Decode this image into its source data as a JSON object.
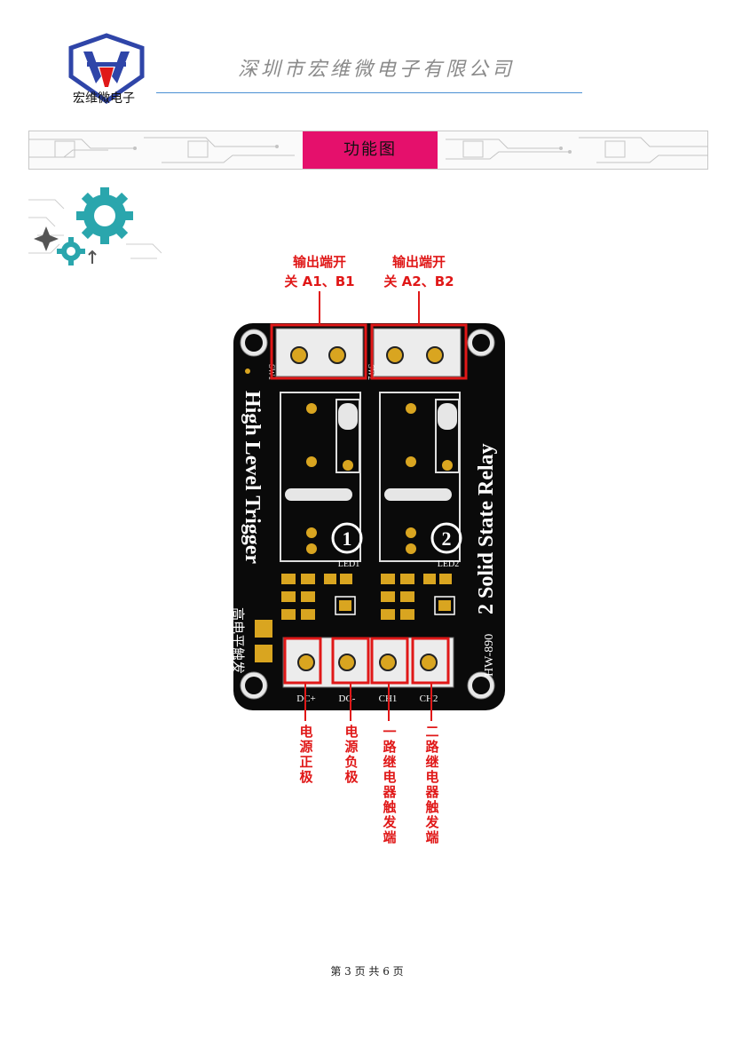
{
  "header": {
    "logo_text": "宏维微电子",
    "company": "深圳市宏维微电子有限公司"
  },
  "banner": {
    "title": "功能图"
  },
  "callouts": {
    "output1": [
      "输出端开",
      "关 A1、B1"
    ],
    "output2": [
      "输出端开",
      "关 A2、B2"
    ],
    "dc_plus": "电源正极",
    "dc_minus": "电源负极",
    "ch1": "一路继电器触发端",
    "ch2": "二路继电器触发端"
  },
  "board": {
    "title_left": "High Level Trigger",
    "title_right": "2 Solid State Relay",
    "model": "HW-890",
    "cn_trigger": "高电平触发",
    "sw1": "SW1",
    "sw2": "SW2",
    "led1": "LED1",
    "led2": "LED2",
    "num1": "1",
    "num2": "2",
    "pins": [
      "DC+",
      "DC-",
      "CH1",
      "CH2"
    ]
  },
  "footer": {
    "page": "第 3 页 共 6 页"
  },
  "colors": {
    "accent": "#e5106c",
    "callout_red": "#e01818",
    "board_black": "#0a0a0a",
    "pad_gold": "#d9a520",
    "header_rule": "#4a8fd4"
  }
}
